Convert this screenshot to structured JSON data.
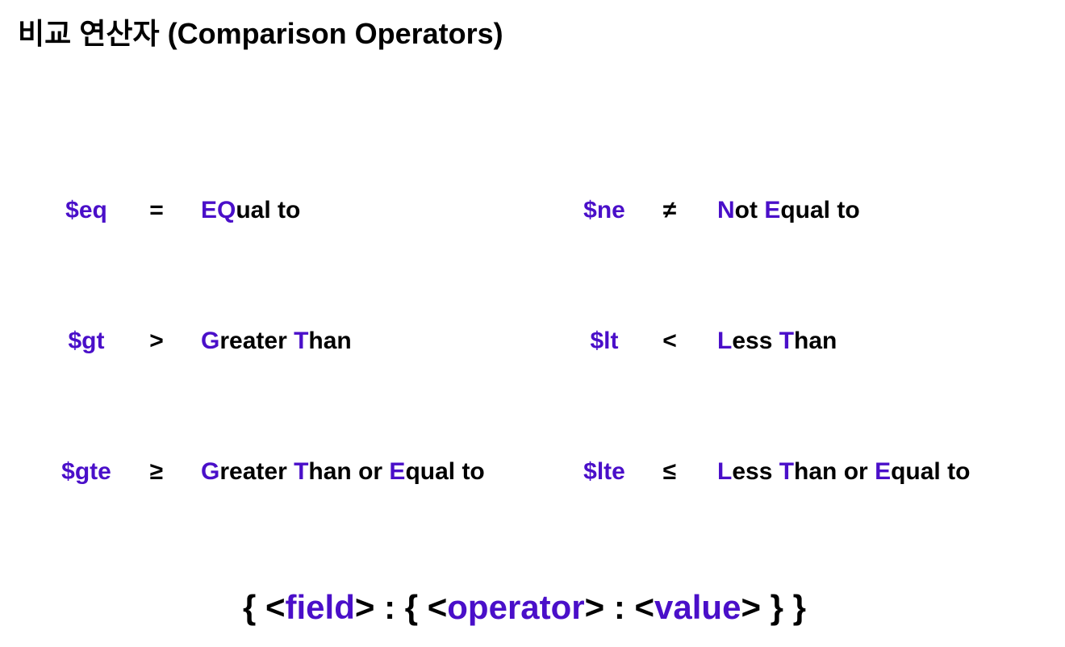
{
  "title": "비교 연산자 (Comparison Operators)",
  "accent_color": "#4a0fc9",
  "operators": [
    {
      "name": "$eq",
      "symbol": "=",
      "desc_parts": [
        {
          "t": "EQ",
          "hl": true
        },
        {
          "t": "ual to",
          "hl": false
        }
      ]
    },
    {
      "name": "$ne",
      "symbol": "≠",
      "desc_parts": [
        {
          "t": "N",
          "hl": true
        },
        {
          "t": "ot ",
          "hl": false
        },
        {
          "t": "E",
          "hl": true
        },
        {
          "t": "qual to",
          "hl": false
        }
      ]
    },
    {
      "name": "$gt",
      "symbol": ">",
      "desc_parts": [
        {
          "t": "G",
          "hl": true
        },
        {
          "t": "reater ",
          "hl": false
        },
        {
          "t": "T",
          "hl": true
        },
        {
          "t": "han",
          "hl": false
        }
      ]
    },
    {
      "name": "$lt",
      "symbol": "<",
      "desc_parts": [
        {
          "t": "L",
          "hl": true
        },
        {
          "t": "ess ",
          "hl": false
        },
        {
          "t": "T",
          "hl": true
        },
        {
          "t": "han",
          "hl": false
        }
      ]
    },
    {
      "name": "$gte",
      "symbol": "≥",
      "desc_parts": [
        {
          "t": "G",
          "hl": true
        },
        {
          "t": "reater ",
          "hl": false
        },
        {
          "t": "T",
          "hl": true
        },
        {
          "t": "han or ",
          "hl": false
        },
        {
          "t": "E",
          "hl": true
        },
        {
          "t": "qual to",
          "hl": false
        }
      ]
    },
    {
      "name": "$lte",
      "symbol": "≤",
      "desc_parts": [
        {
          "t": "L",
          "hl": true
        },
        {
          "t": "ess ",
          "hl": false
        },
        {
          "t": "T",
          "hl": true
        },
        {
          "t": "han or ",
          "hl": false
        },
        {
          "t": "E",
          "hl": true
        },
        {
          "t": "qual to",
          "hl": false
        }
      ]
    }
  ],
  "syntax": {
    "open_outer": "{ <",
    "field": "field",
    "mid1": "> : { <",
    "operator": "operator",
    "mid2": "> : <",
    "value": "value",
    "close": "> } }"
  }
}
